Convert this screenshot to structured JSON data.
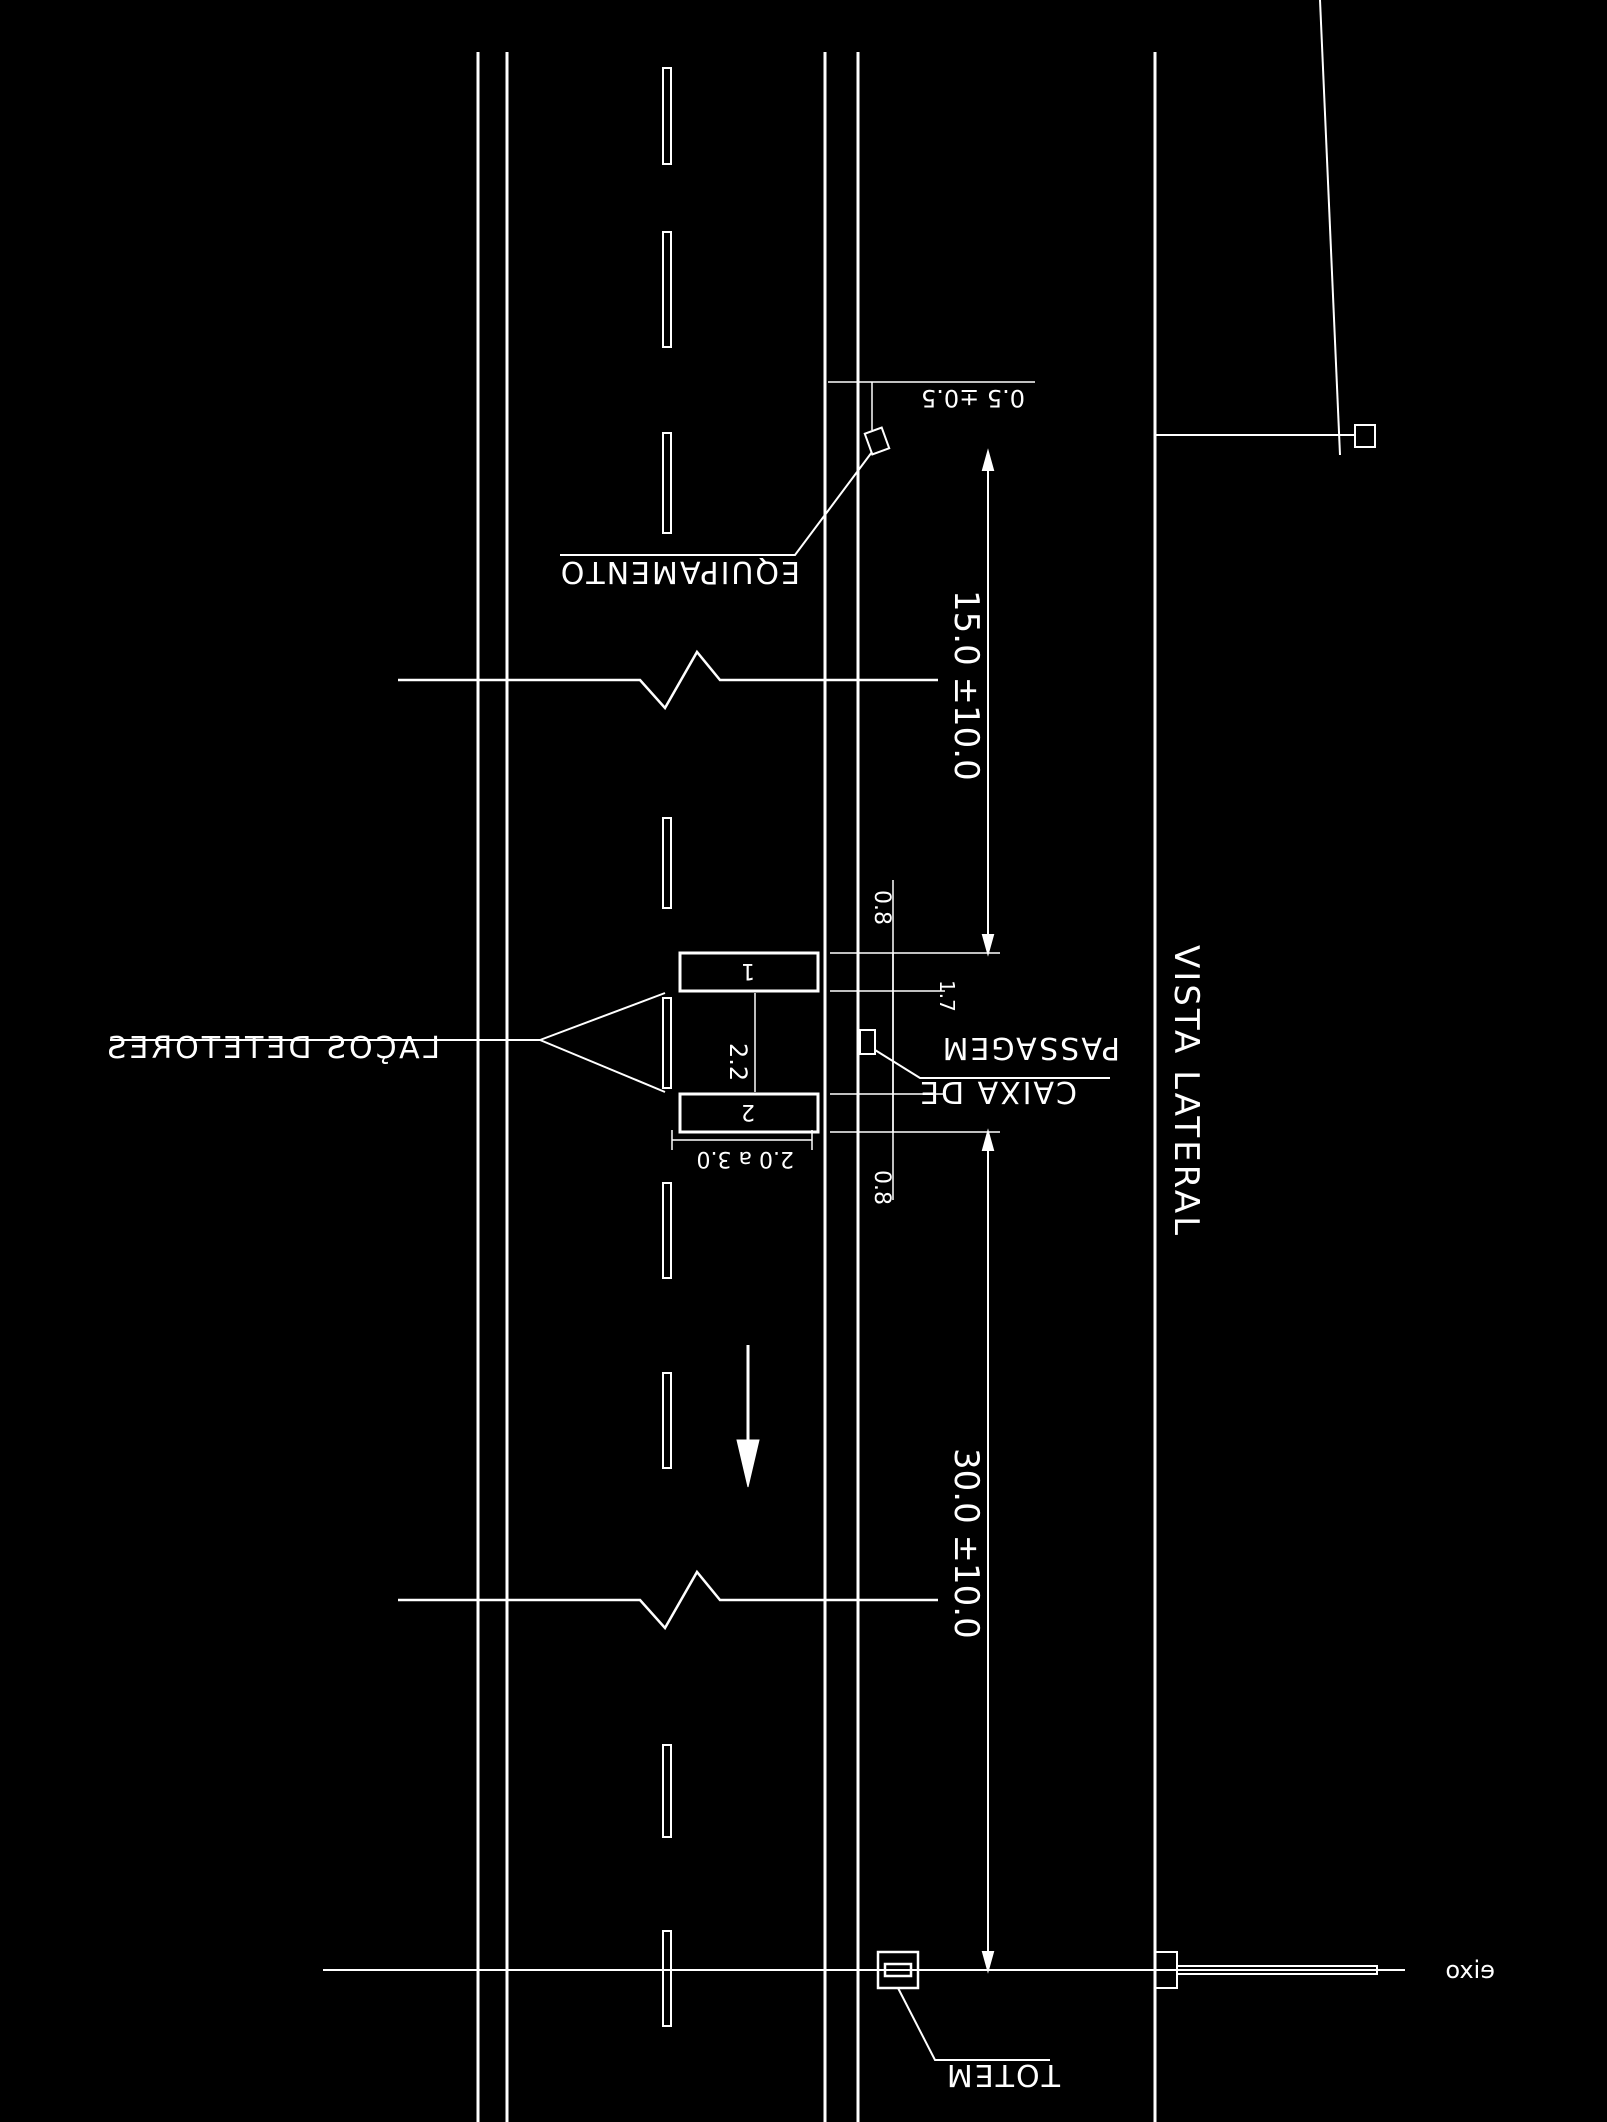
{
  "labels": {
    "lacos": "LAÇOS DETETORES",
    "equipamento": "EQUIPAMENTO",
    "caixa_line1": "CAIXA DE",
    "caixa_line2": "PASSAGEM",
    "totem": "TOTEM",
    "eixo": "eixo",
    "vista_lateral": "VISTA LATERAL",
    "loop1": "1",
    "loop2": "2"
  },
  "dimensions": {
    "offset_equipment": "0.5 ±0.5",
    "upper_distance": "15.0 ±10.0",
    "lower_distance": "30.0 ±10.0",
    "loop_gap_top": "0.8",
    "loop_gap_bottom": "0.8",
    "loop_spacing": "2.2",
    "loop_length": "2.0 a 3.0",
    "box_offset": "1.7"
  }
}
